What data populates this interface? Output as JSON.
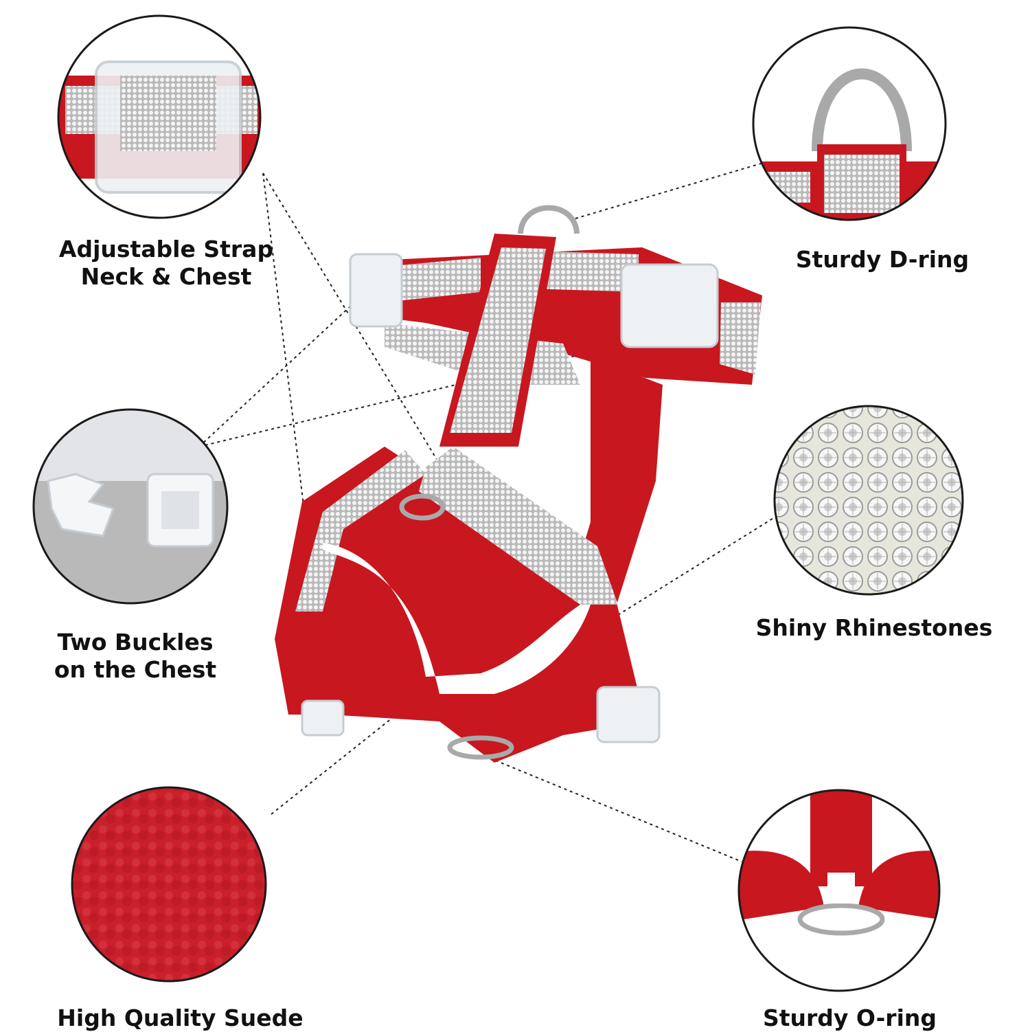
{
  "colors": {
    "suede": "#c8171f",
    "suede_dark": "#9c0f16",
    "rhinestone": "#dcdcdc",
    "buckle": "#eef1f4",
    "ring": "#a9a9a9",
    "circle_border": "#1a1a1a",
    "label_text": "#111111"
  },
  "features": {
    "adjustable_strap": {
      "line1": "Adjustable Strap",
      "line2": "Neck & Chest",
      "icon": "buckle-closeup"
    },
    "d_ring": {
      "line1": "Sturdy D-ring",
      "icon": "d-ring-closeup"
    },
    "two_buckles": {
      "line1": "Two Buckles",
      "line2": "on the Chest",
      "icon": "open-buckle-closeup"
    },
    "rhinestones": {
      "line1": "Shiny Rhinestones",
      "icon": "rhinestone-closeup"
    },
    "suede": {
      "line1": "High Quality Suede",
      "icon": "suede-closeup"
    },
    "o_ring": {
      "line1": "Sturdy O-ring",
      "icon": "o-ring-closeup"
    }
  }
}
